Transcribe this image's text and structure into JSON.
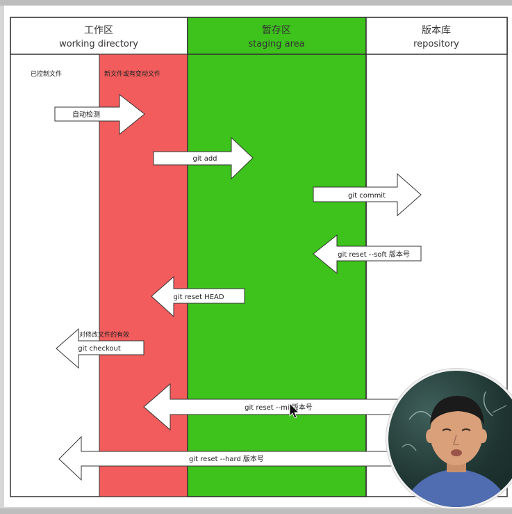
{
  "columns": {
    "working": {
      "title": "工作区",
      "subtitle": "working directory"
    },
    "staging": {
      "title": "暂存区",
      "subtitle": "staging area"
    },
    "repository": {
      "title": "版本库",
      "subtitle": "repository"
    }
  },
  "labels": {
    "tracked_files": "已控制文件",
    "new_or_changed_files": "新文件或有变动文件",
    "checkout_note": "对修改文件的有效"
  },
  "arrows": {
    "auto_detect": "自动检测",
    "git_add": "git add",
    "git_commit": "git commit",
    "git_reset_soft": "git reset --soft 版本号",
    "git_reset_head": "git reset HEAD",
    "git_checkout": "git checkout",
    "git_reset_mixed": "git reset --mi 版本号",
    "git_reset_hard": "git reset --hard 版本号"
  },
  "colors": {
    "working_red": "#f25c5c",
    "staging_green": "#3ec21c",
    "border": "#333333",
    "arrow_fill": "#ffffff"
  }
}
